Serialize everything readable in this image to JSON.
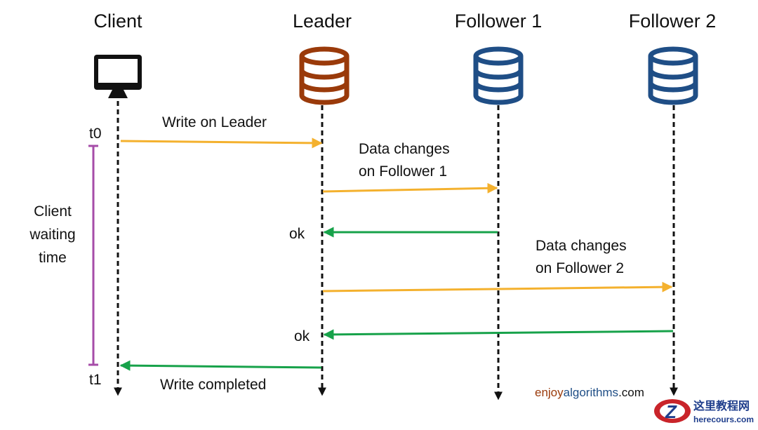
{
  "participants": {
    "client": "Client",
    "leader": "Leader",
    "follower1": "Follower 1",
    "follower2": "Follower 2"
  },
  "times": {
    "start": "t0",
    "end": "t1"
  },
  "waiting": {
    "line1": "Client",
    "line2": "waiting",
    "line3": "time"
  },
  "messages": {
    "write_on_leader": "Write on Leader",
    "data_changes_f1_line1": "Data changes",
    "data_changes_f1_line2": "on Follower 1",
    "ok_f1": "ok",
    "data_changes_f2_line1": "Data changes",
    "data_changes_f2_line2": "on Follower 2",
    "ok_f2": "ok",
    "write_completed": "Write completed"
  },
  "branding": {
    "part1": "enjoy",
    "part2": "algorithms",
    "part3": ".com"
  },
  "watermark": {
    "name": "这里教程网",
    "url": "herecours.com"
  },
  "icons": {
    "client": "monitor-icon",
    "leader": "database-icon",
    "followers": "database-icon"
  },
  "colors": {
    "request_arrow": "#F4B12E",
    "response_arrow": "#17A24A",
    "leader_db": "#9A3A0A",
    "follower_db": "#1F4E86",
    "waiting_bracket": "#A64CA8",
    "brand_enjoy": "#9A3A0A",
    "brand_algorithms": "#1F4E86"
  }
}
